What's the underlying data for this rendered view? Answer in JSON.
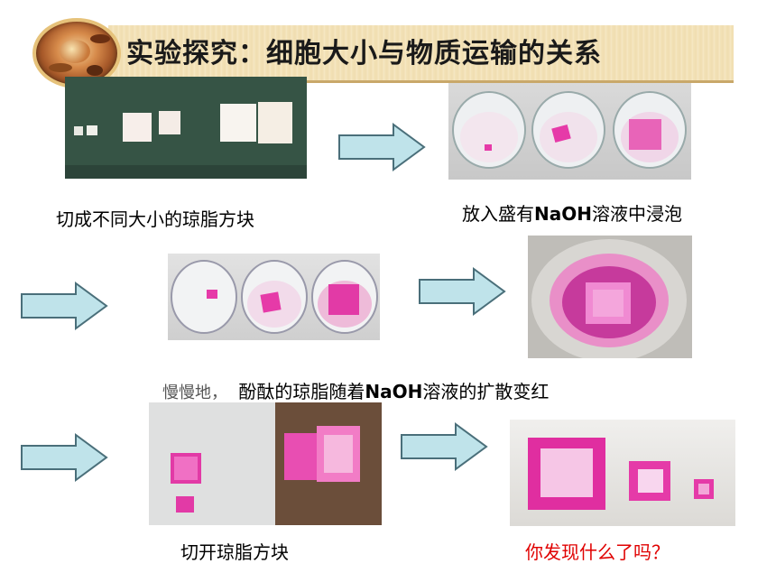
{
  "title": "实验探究：细胞大小与物质运输的关系",
  "captions": {
    "cut_blocks": "切成不同大小的琼脂方块",
    "soak_prefix": "放入盛有",
    "soak_naoh": "NaOH",
    "soak_suffix": "溶液中浸泡",
    "slowly": "慢慢地，",
    "diffuse_prefix": "酚酞的琼脂随着",
    "diffuse_naoh": "NaOH",
    "diffuse_suffix": "溶液的扩散变红",
    "cut_open": "切开琼脂方块",
    "question": "你发现什么了吗？"
  },
  "colors": {
    "arrow_fill": "#bfe3ea",
    "arrow_stroke": "#4a6f7a",
    "question_red": "#e00000",
    "agar_pink": "#e63aa8",
    "board_green": "#355245"
  }
}
